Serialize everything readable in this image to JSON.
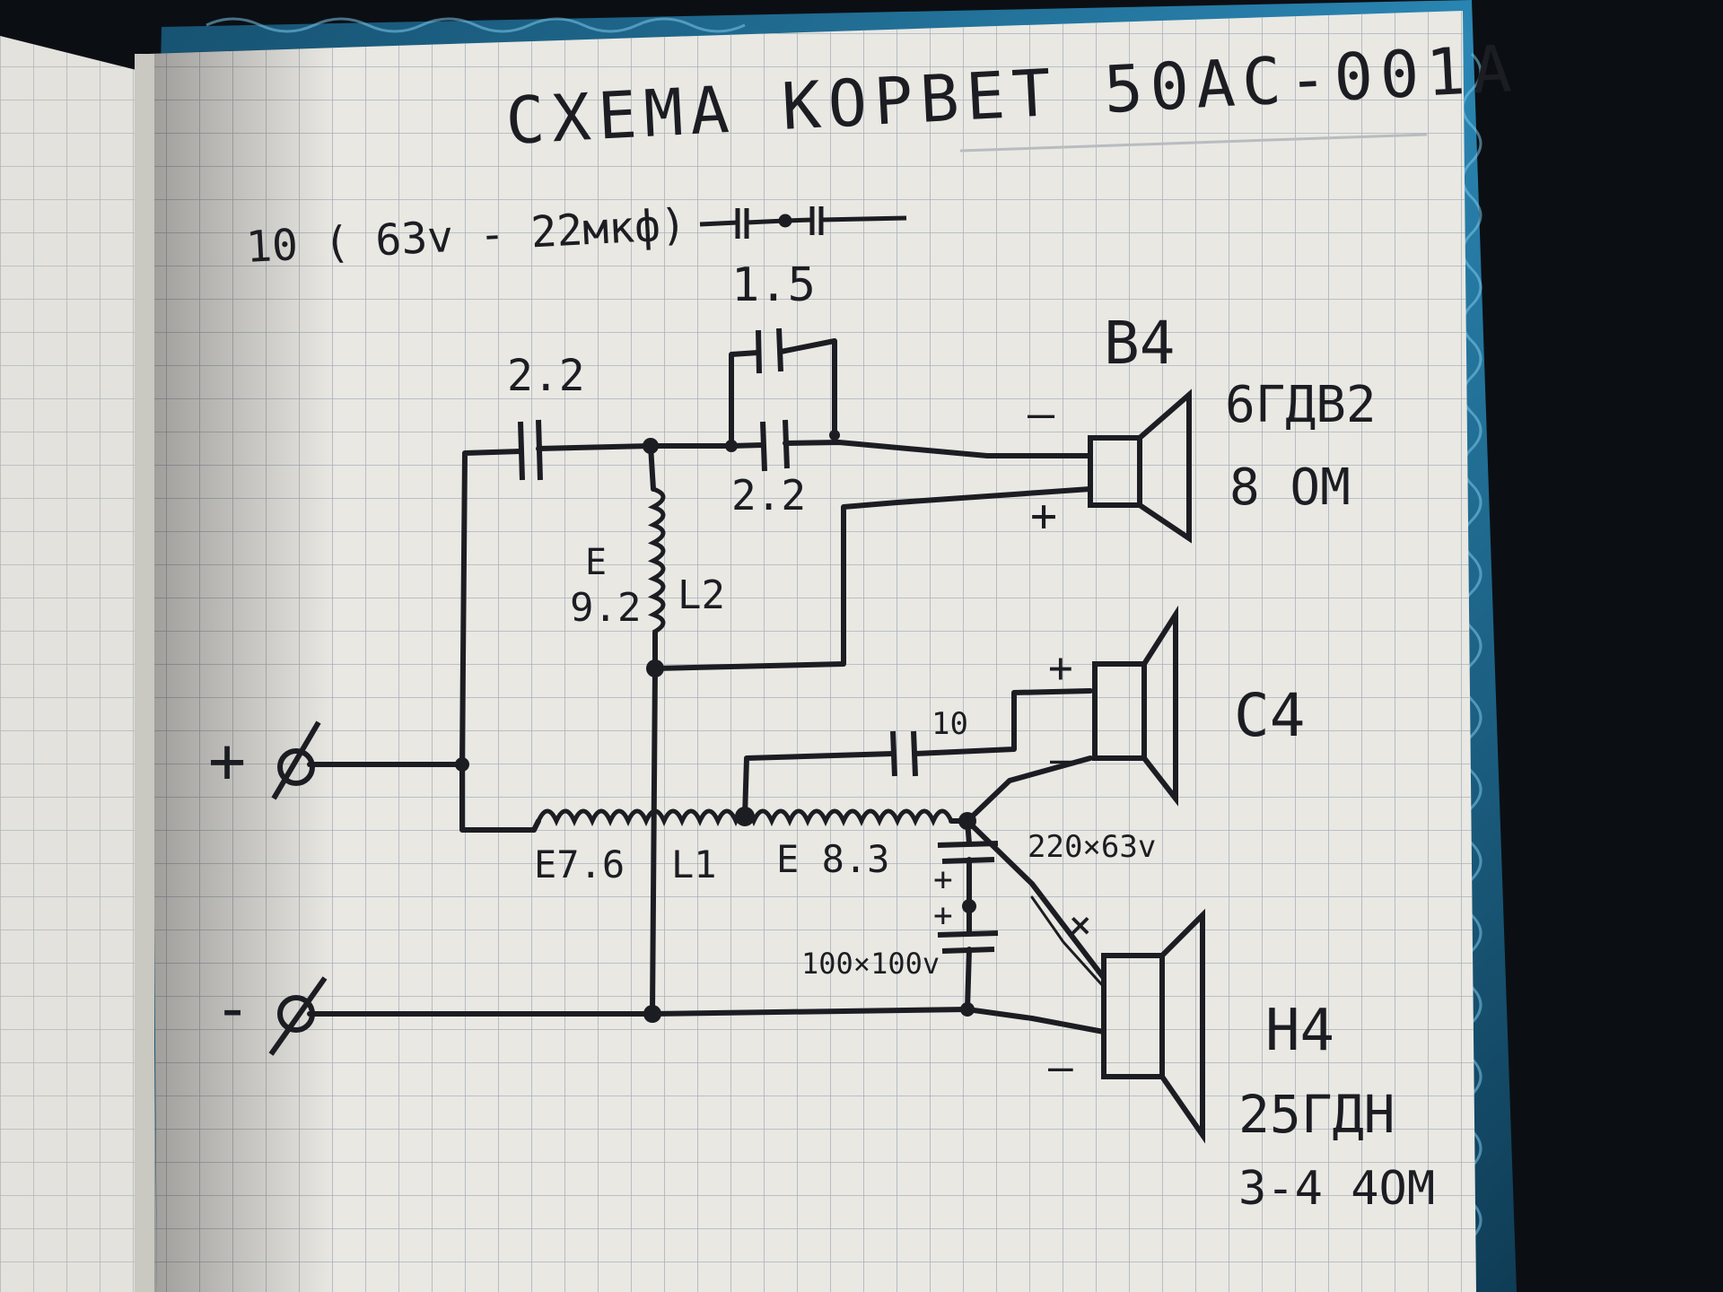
{
  "title": "СХЕМА КОРВЕТ 50АС-001А",
  "note_capacitor": "10 ( 63v - 22мкф)",
  "capacitors": {
    "c_tw_bypass": "1.5",
    "c_in": "2.2",
    "c_tw_series": "2.2",
    "c_mid": "10",
    "c_bank_top": "220×63v",
    "c_bank_bottom": "100×100v"
  },
  "inductors": {
    "l2_label": "L2",
    "l2_value_prefix": "E",
    "l2_value": "9.2",
    "l1_label": "L1",
    "l1_left_value": "E7.6",
    "l1_right_value": "E 8.3"
  },
  "terminals": {
    "plus": "+",
    "minus": "-"
  },
  "speakers": {
    "tweeter": {
      "name": "В4",
      "model": "6ГДВ2",
      "impedance": "8 ОМ",
      "pol_minus": "–",
      "pol_plus": "+"
    },
    "mid": {
      "name": "С4",
      "pol_plus": "+",
      "pol_minus": "–"
    },
    "woofer": {
      "name": "Н4",
      "model": "25ГДН",
      "impedance": "3-4 4ОМ",
      "pol_plus": "+",
      "pol_minus": "–"
    }
  },
  "bank_polarity": {
    "plus_a": "+",
    "plus_b": "+"
  },
  "colors": {
    "paper": "#e9e8e3",
    "grid": "#a9b2b9",
    "ink": "#1c1d22",
    "cover": "#1f6f99"
  }
}
